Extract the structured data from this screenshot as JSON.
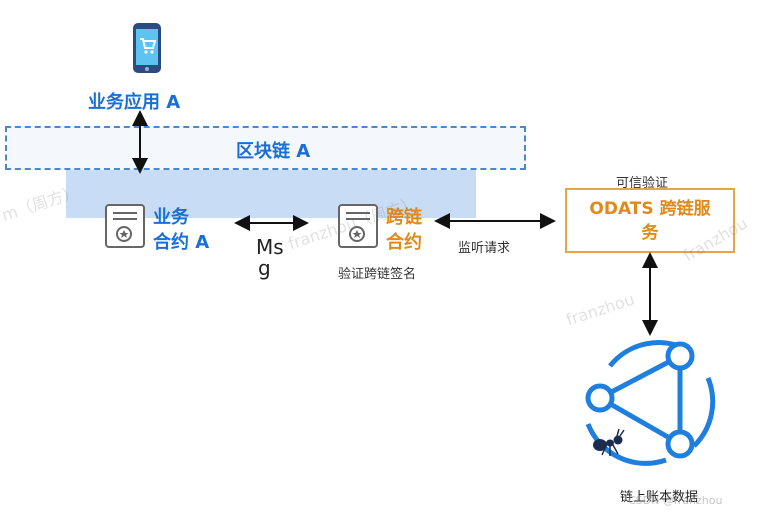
{
  "top_app": {
    "label": "业务应用 A"
  },
  "chain": {
    "label": "区块链 A"
  },
  "business_contract": {
    "line1": "业务",
    "line2": "合约 A"
  },
  "msg": {
    "line1": "Ms",
    "line2": "g"
  },
  "cross_contract": {
    "line1": "跨链",
    "line2": "合约",
    "caption": "验证跨链签名"
  },
  "listen_label": "监听请求",
  "trusted_label": "可信验证",
  "odats": {
    "line1": "ODATS 跨链服",
    "line2": "务"
  },
  "ledger_label": "链上账本数据",
  "watermarks": [
    "m（周方）",
    "franzhou（周方）",
    "franzhou",
    "franzhou",
    "CSDN @franzhou"
  ],
  "colors": {
    "accent_blue": "#1a6fd6",
    "accent_orange": "#e08a1c",
    "odats_border": "#e9a443"
  }
}
